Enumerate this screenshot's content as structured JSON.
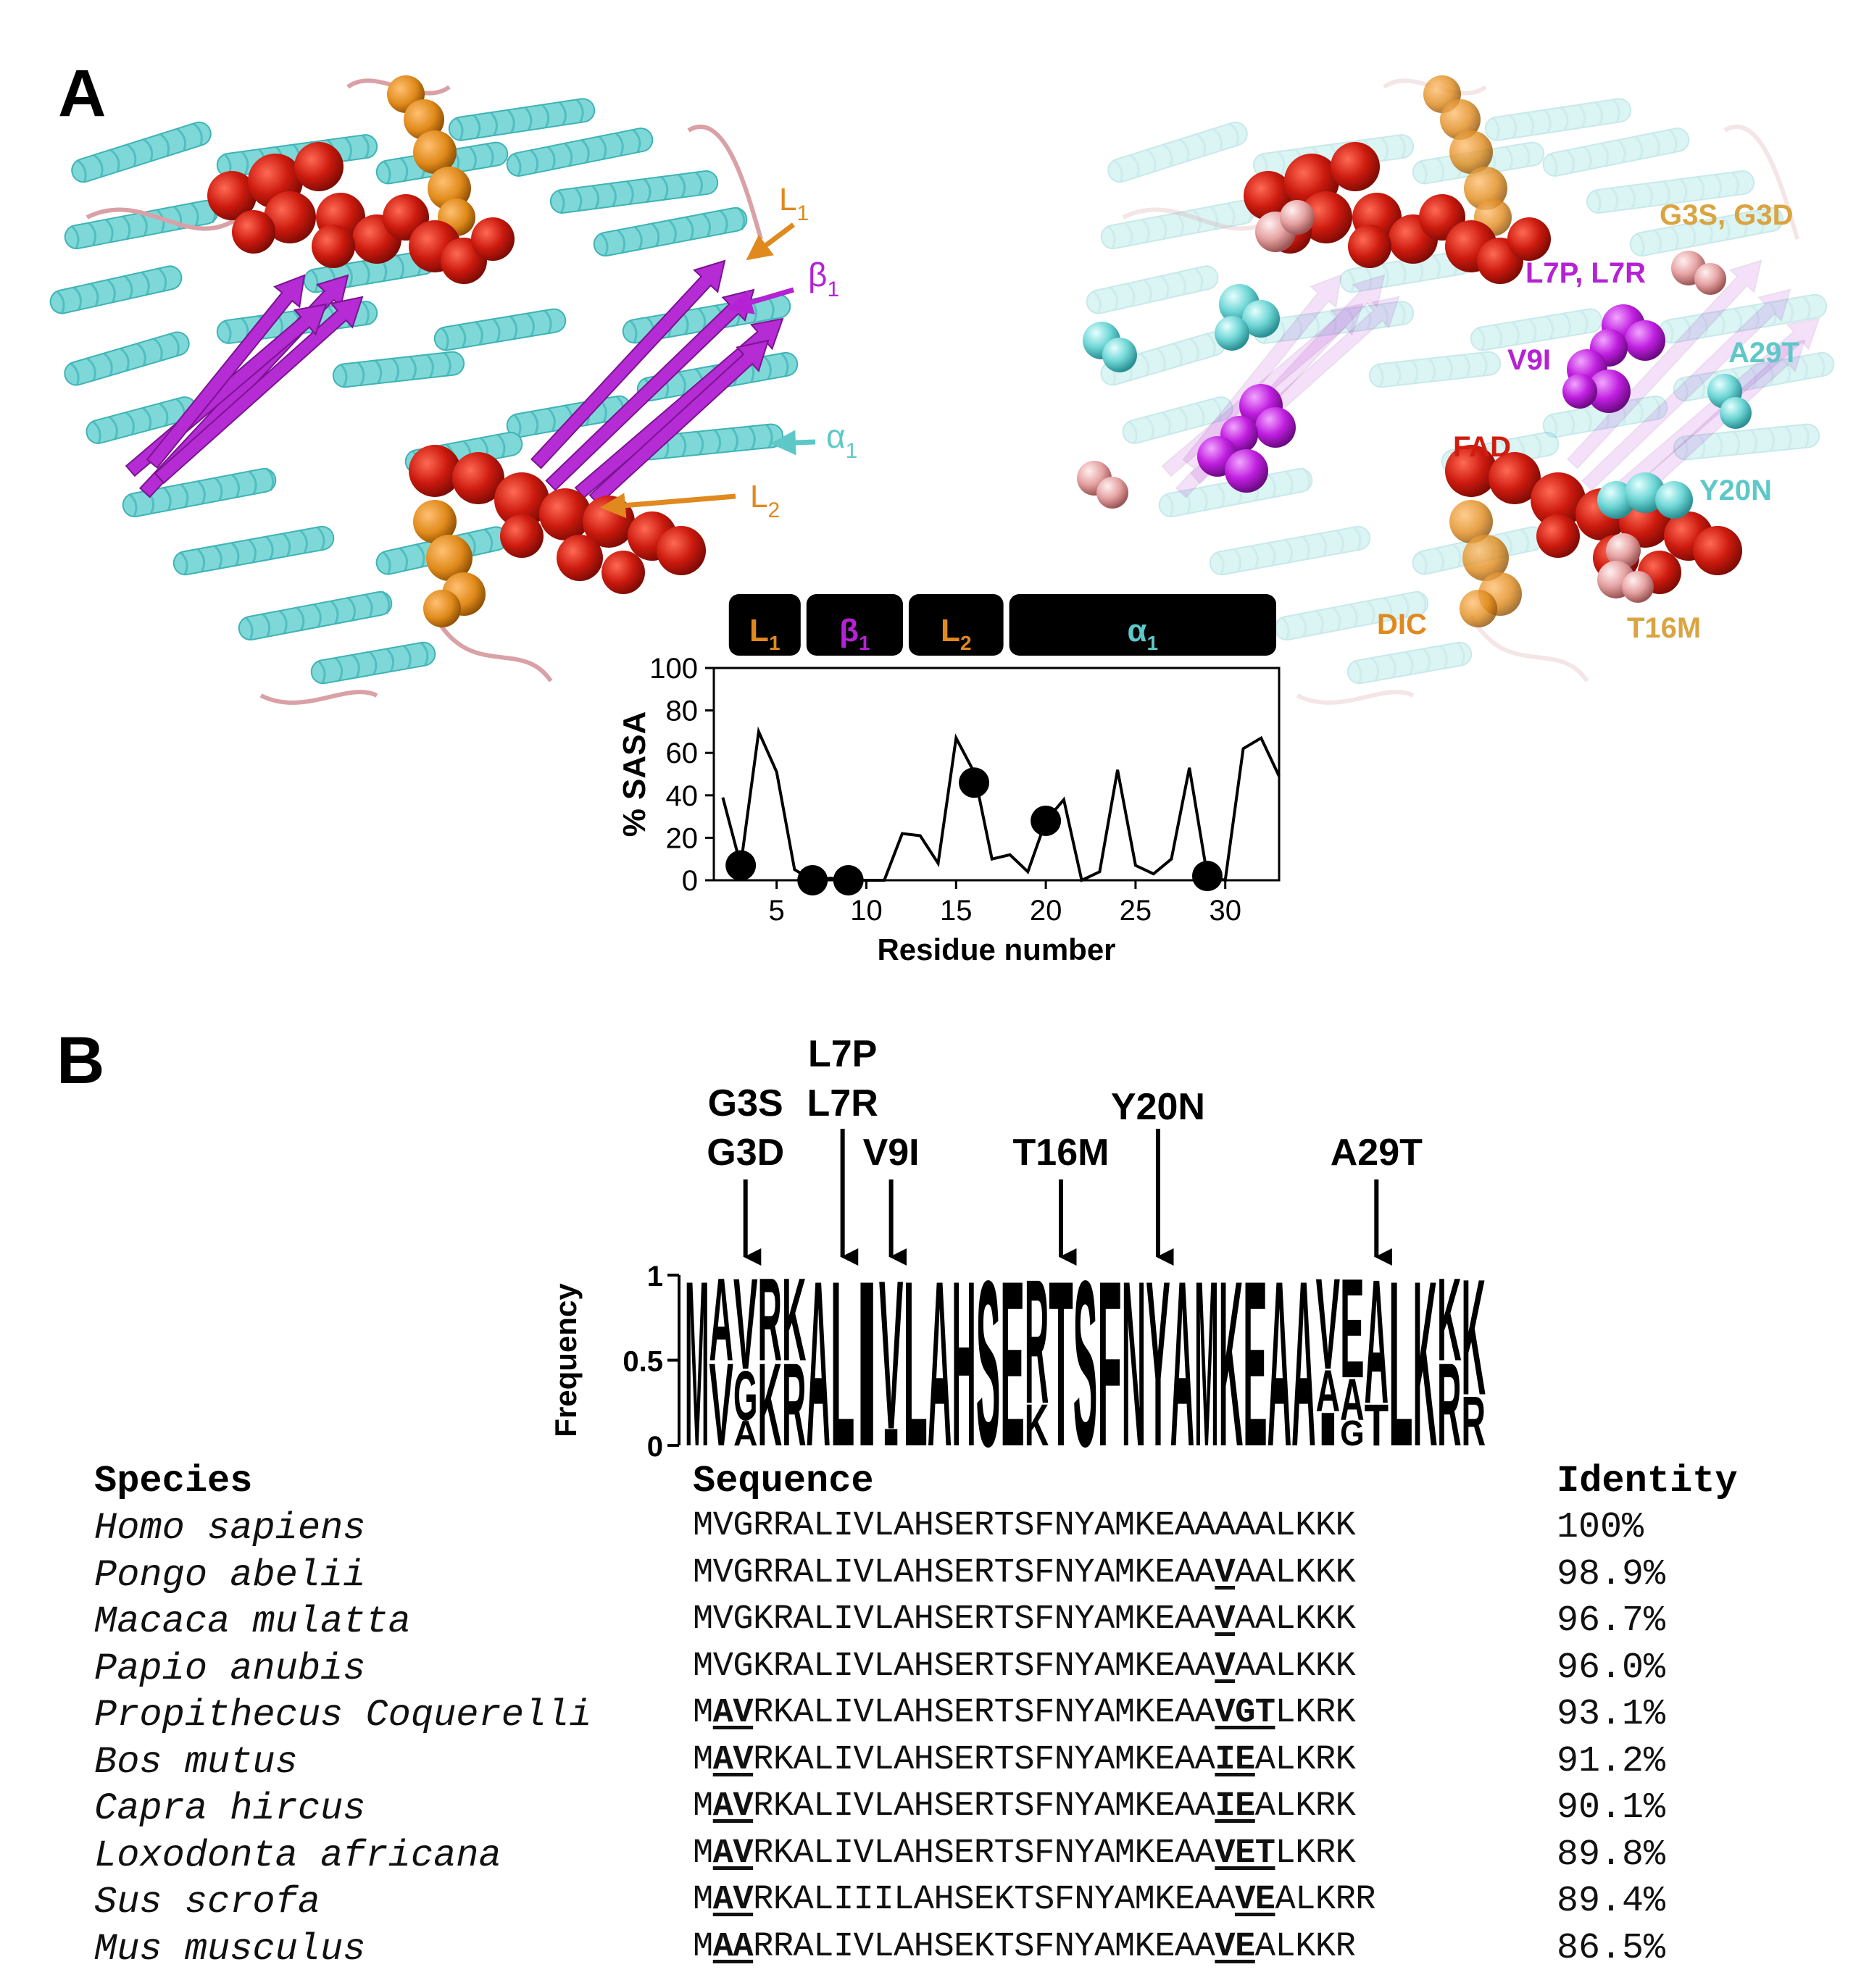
{
  "panel_a": {
    "label": "A",
    "left_annotations": {
      "L1": {
        "base": "L",
        "sub": "1"
      },
      "beta1": {
        "base": "β",
        "sub": "1"
      },
      "alpha1": {
        "base": "α",
        "sub": "1"
      },
      "L2": {
        "base": "L",
        "sub": "2"
      }
    },
    "right_annotations": {
      "g3s": "G3S, G3D",
      "l7p": "L7P, L7R",
      "v9i": "V9I",
      "a29t": "A29T",
      "fad": "FAD",
      "y20n": "Y20N",
      "dic": "DIC",
      "t16m": "T16M"
    },
    "colors": {
      "helix": "#7fd8d8",
      "helix_dark": "#3fb3b6",
      "sheet": "#b52bd4",
      "fad": "#cc1a0e",
      "dic": "#e08a1a",
      "loop": "#d9a1a6",
      "mutation_pink": "#e6a3a3",
      "label_orange": "#e0891f",
      "label_magenta": "#b522d4",
      "label_cyan": "#5ec8c8",
      "label_red": "#d01c0e",
      "label_gold": "#d9a441"
    },
    "sasa_chart": {
      "segments": [
        {
          "base": "L",
          "sub": "1",
          "color": "#e0891f",
          "start": 2.5,
          "end": 6.5
        },
        {
          "base": "β",
          "sub": "1",
          "color": "#b522d4",
          "start": 6.5,
          "end": 12.2
        },
        {
          "base": "L",
          "sub": "2",
          "color": "#e0891f",
          "start": 12.2,
          "end": 17.8
        },
        {
          "base": "α",
          "sub": "1",
          "color": "#5ec8c8",
          "start": 17.8,
          "end": 33.0
        }
      ]
    }
  },
  "chart_data": {
    "type": "line",
    "title": "",
    "xlabel": "Residue number",
    "ylabel": "% SASA",
    "xlim": [
      1.5,
      33
    ],
    "ylim": [
      0,
      100
    ],
    "xticks": [
      5,
      10,
      15,
      20,
      25,
      30
    ],
    "yticks": [
      0,
      20,
      40,
      60,
      80,
      100
    ],
    "series": [
      {
        "x": [
          2,
          3,
          4,
          5,
          6,
          7,
          8,
          9,
          10,
          11,
          12,
          13,
          14,
          15,
          16,
          17,
          18,
          19,
          20,
          21,
          22,
          23,
          24,
          25,
          26,
          27,
          28,
          29,
          30,
          31,
          32,
          33
        ],
        "y": [
          39,
          7,
          70,
          51,
          5,
          0,
          1,
          0,
          0,
          0,
          22,
          21,
          8,
          67,
          51,
          10,
          12,
          4,
          28,
          38,
          0,
          4,
          52,
          7,
          3,
          10,
          53,
          2,
          0,
          62,
          67,
          49
        ]
      }
    ],
    "markers": {
      "x": [
        3,
        7,
        9,
        16,
        20,
        29
      ],
      "y": [
        7,
        0,
        0,
        46,
        28,
        2
      ]
    }
  },
  "panel_b": {
    "label": "B",
    "mutations": [
      {
        "lines": [
          "G3S",
          "G3D"
        ],
        "pos": 3
      },
      {
        "lines": [
          "L7P",
          "L7R"
        ],
        "pos": 7
      },
      {
        "lines": [
          "V9I"
        ],
        "pos": 9
      },
      {
        "lines": [
          "T16M"
        ],
        "pos": 16
      },
      {
        "lines": [
          "Y20N"
        ],
        "pos": 20
      },
      {
        "lines": [
          "A29T"
        ],
        "pos": 29
      }
    ],
    "logo": {
      "ylabel": "Frequency",
      "yticks": [
        "0",
        "0.5",
        "1"
      ],
      "columns": [
        [
          [
            "M",
            1.0
          ]
        ],
        [
          [
            "A",
            0.5
          ],
          [
            "V",
            0.5
          ]
        ],
        [
          [
            "V",
            0.55
          ],
          [
            "G",
            0.3
          ],
          [
            "A",
            0.15
          ]
        ],
        [
          [
            "R",
            0.5
          ],
          [
            "K",
            0.5
          ]
        ],
        [
          [
            "K",
            0.5
          ],
          [
            "R",
            0.5
          ]
        ],
        [
          [
            "A",
            1.0
          ]
        ],
        [
          [
            "L",
            1.0
          ]
        ],
        [
          [
            "I",
            1.0
          ]
        ],
        [
          [
            "V",
            0.9
          ],
          [
            "I",
            0.1
          ]
        ],
        [
          [
            "L",
            1.0
          ]
        ],
        [
          [
            "A",
            1.0
          ]
        ],
        [
          [
            "H",
            1.0
          ]
        ],
        [
          [
            "S",
            1.0
          ]
        ],
        [
          [
            "E",
            1.0
          ]
        ],
        [
          [
            "R",
            0.75
          ],
          [
            "K",
            0.25
          ]
        ],
        [
          [
            "T",
            1.0
          ]
        ],
        [
          [
            "S",
            1.0
          ]
        ],
        [
          [
            "F",
            1.0
          ]
        ],
        [
          [
            "N",
            1.0
          ]
        ],
        [
          [
            "Y",
            1.0
          ]
        ],
        [
          [
            "A",
            1.0
          ]
        ],
        [
          [
            "M",
            1.0
          ]
        ],
        [
          [
            "K",
            1.0
          ]
        ],
        [
          [
            "E",
            1.0
          ]
        ],
        [
          [
            "A",
            1.0
          ]
        ],
        [
          [
            "A",
            1.0
          ]
        ],
        [
          [
            "V",
            0.55
          ],
          [
            "A",
            0.25
          ],
          [
            "I",
            0.2
          ]
        ],
        [
          [
            "E",
            0.6
          ],
          [
            "A",
            0.25
          ],
          [
            "G",
            0.15
          ]
        ],
        [
          [
            "A",
            0.75
          ],
          [
            "T",
            0.25
          ]
        ],
        [
          [
            "L",
            1.0
          ]
        ],
        [
          [
            "K",
            1.0
          ]
        ],
        [
          [
            "K",
            0.5
          ],
          [
            "R",
            0.5
          ]
        ],
        [
          [
            "K",
            0.7
          ],
          [
            "R",
            0.3
          ]
        ]
      ]
    },
    "table": {
      "headers": {
        "species": "Species",
        "sequence": "Sequence",
        "identity": "Identity"
      },
      "rows": [
        {
          "species": "Homo sapiens",
          "seq": [
            [
              "MVGRRALIVLAHSERTSFNYAMKEAAAAALKKK",
              false
            ]
          ],
          "identity": "100%"
        },
        {
          "species": "Pongo abelii",
          "seq": [
            [
              "MVGRRALIVLAHSERTSFNYAMKEAA",
              false
            ],
            [
              "V",
              true
            ],
            [
              "AALKKK",
              false
            ]
          ],
          "identity": "98.9%"
        },
        {
          "species": "Macaca mulatta",
          "seq": [
            [
              "MVGKRALIVLAHSERTSFNYAMKEAA",
              false
            ],
            [
              "V",
              true
            ],
            [
              "AALKKK",
              false
            ]
          ],
          "identity": "96.7%"
        },
        {
          "species": "Papio anubis",
          "seq": [
            [
              "MVGKRALIVLAHSERTSFNYAMKEAA",
              false
            ],
            [
              "V",
              true
            ],
            [
              "AALKKK",
              false
            ]
          ],
          "identity": "96.0%"
        },
        {
          "species": "Propithecus Coquerelli",
          "seq": [
            [
              "M",
              false
            ],
            [
              "AV",
              true
            ],
            [
              "RKALIVLAHSERTSFNYAMKEAA",
              false
            ],
            [
              "VGT",
              true
            ],
            [
              "LKRK",
              false
            ]
          ],
          "identity": "93.1%"
        },
        {
          "species": "Bos mutus",
          "seq": [
            [
              "M",
              false
            ],
            [
              "AV",
              true
            ],
            [
              "RKALIVLAHSERTSFNYAMKEAA",
              false
            ],
            [
              "IE",
              true
            ],
            [
              "ALKRK",
              false
            ]
          ],
          "identity": "91.2%"
        },
        {
          "species": "Capra hircus",
          "seq": [
            [
              "M",
              false
            ],
            [
              "AV",
              true
            ],
            [
              "RKALIVLAHSERTSFNYAMKEAA",
              false
            ],
            [
              "IE",
              true
            ],
            [
              "ALKRK",
              false
            ]
          ],
          "identity": "90.1%"
        },
        {
          "species": "Loxodonta africana",
          "seq": [
            [
              "M",
              false
            ],
            [
              "AV",
              true
            ],
            [
              "RKALIVLAHSERTSFNYAMKEAA",
              false
            ],
            [
              "VET",
              true
            ],
            [
              "LKRK",
              false
            ]
          ],
          "identity": "89.8%"
        },
        {
          "species": "Sus scrofa",
          "seq": [
            [
              "M",
              false
            ],
            [
              "AV",
              true
            ],
            [
              "RKALIIILAHSEKTSFNYAMKEAA",
              false
            ],
            [
              "VE",
              true
            ],
            [
              "ALKRR",
              false
            ]
          ],
          "identity": "89.4%"
        },
        {
          "species": "Mus musculus",
          "seq": [
            [
              "M",
              false
            ],
            [
              "AA",
              true
            ],
            [
              "RRALIVLAHSEKTSFNYAMKEAA",
              false
            ],
            [
              "VE",
              true
            ],
            [
              "ALKKR",
              false
            ]
          ],
          "identity": "86.5%"
        }
      ]
    }
  }
}
